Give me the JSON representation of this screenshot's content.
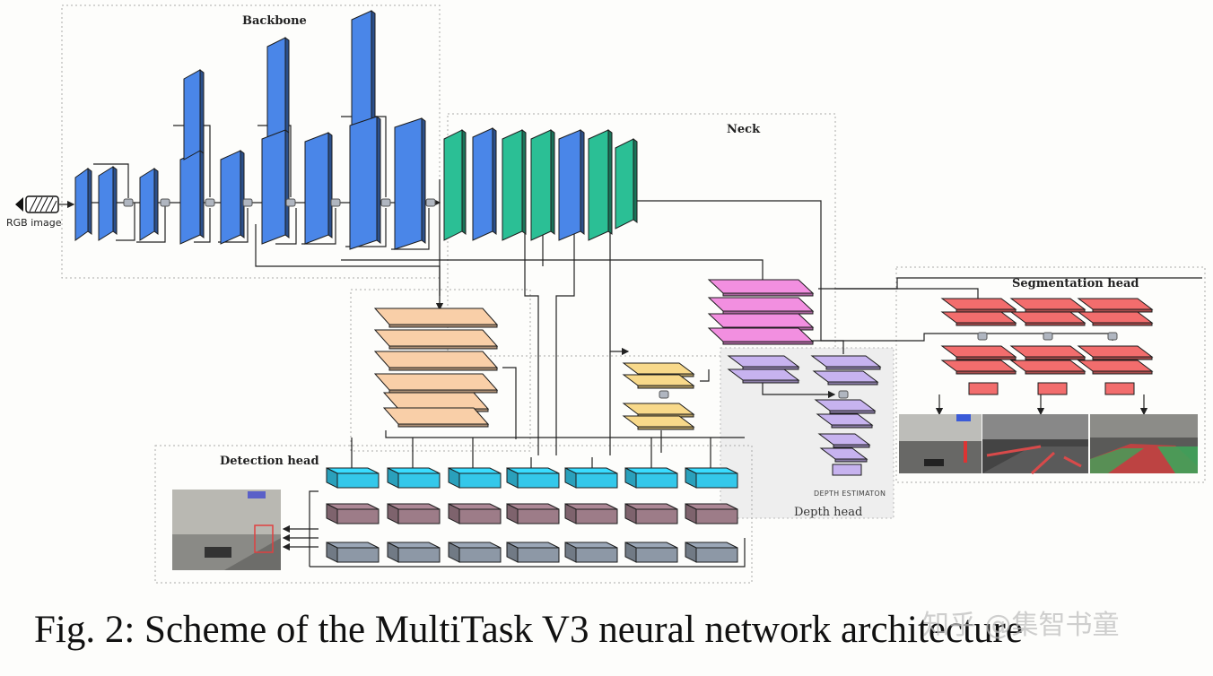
{
  "diagram": {
    "labels": {
      "backbone": "Backbone",
      "neck": "Neck",
      "segmentation": "Segmentation head",
      "detection": "Detection head",
      "depth_head": "Depth head",
      "depth_estimator": "DEPTH ESTIMATON",
      "input": "RGB image"
    },
    "colors": {
      "backbone_block": "#4a86e8",
      "neck_block": "#2bbf95",
      "neck_pink": "#f28fe0",
      "peach": "#f9cfa8",
      "yellow": "#f8d98a",
      "lavender": "#c7b3ef",
      "red": "#f26d6d",
      "cyan": "#34c8ea",
      "mauve": "#9d7c88",
      "slate": "#8d98a6"
    }
  },
  "caption": "Fig. 2: Scheme of the MultiTask V3 neural network architecture",
  "watermark": "知乎 @集智书童"
}
